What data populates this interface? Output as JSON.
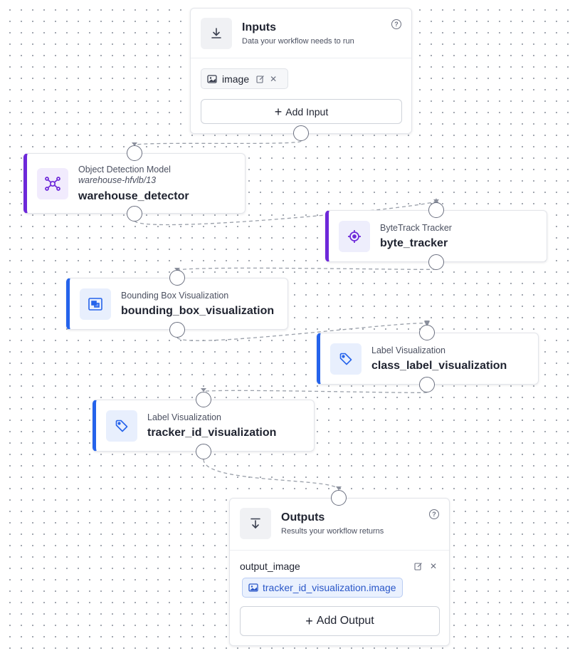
{
  "inputs": {
    "title": "Inputs",
    "subtitle": "Data your workflow needs to run",
    "items": [
      {
        "label": "image"
      }
    ],
    "add_label": "Add Input"
  },
  "nodes": {
    "detector": {
      "type": "Object Detection Model",
      "model": "warehouse-hfvlb/13",
      "name": "warehouse_detector",
      "accent": "#6d28d9"
    },
    "tracker": {
      "type": "ByteTrack Tracker",
      "name": "byte_tracker",
      "accent": "#6d28d9"
    },
    "bbox": {
      "type": "Bounding Box Visualization",
      "name": "bounding_box_visualization",
      "accent": "#2563eb"
    },
    "class_label": {
      "type": "Label Visualization",
      "name": "class_label_visualization",
      "accent": "#2563eb"
    },
    "tracker_label": {
      "type": "Label Visualization",
      "name": "tracker_id_visualization",
      "accent": "#2563eb"
    }
  },
  "outputs": {
    "title": "Outputs",
    "subtitle": "Results your workflow returns",
    "items": [
      {
        "name": "output_image",
        "ref": "tracker_id_visualization.image"
      }
    ],
    "add_label": "Add Output"
  },
  "icons": {
    "inputs": "download-icon",
    "outputs": "download-bar-icon",
    "detector": "graph-node-icon",
    "tracker": "crosshair-icon",
    "bbox": "bounding-box-icon",
    "label": "tag-icon",
    "image": "image-icon",
    "edit": "pencil-icon",
    "remove": "x-icon",
    "help": "question-circle-icon"
  }
}
